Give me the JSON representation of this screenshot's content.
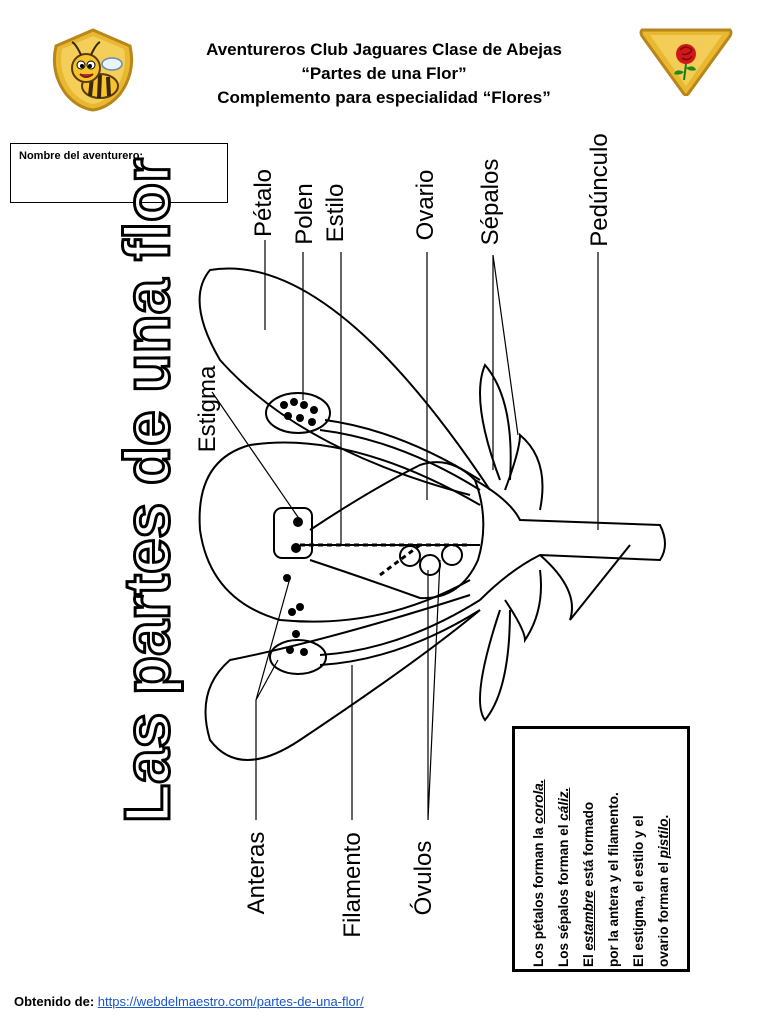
{
  "header": {
    "line1": "Aventureros Club Jaguares Clase de Abejas",
    "line2": "“Partes de una Flor”",
    "line3": "Complemento para especialidad “Flores”"
  },
  "name_box": {
    "label": "Nombre del aventurero:"
  },
  "title": "Las partes de una flor",
  "labels": {
    "petalo": "Pétalo",
    "polen": "Polen",
    "estilo": "Estilo",
    "ovario": "Ovario",
    "sepalos": "Sépalos",
    "pedunculo": "Pedúnculo",
    "estigma": "Estigma",
    "anteras": "Anteras",
    "filamento": "Filamento",
    "ovulos": "Óvulos"
  },
  "info": {
    "l1a": "Los pétalos forman la ",
    "l1b": "corola.",
    "l2a": "Los sépalos forman el ",
    "l2b": "cáliz.",
    "l3a": "El ",
    "l3b": "estambre",
    "l3c": " está formado",
    "l4": "por la antera y el filamento.",
    "l5": "El estigma, el estilo y el",
    "l6a": "ovario forman el ",
    "l6b": "pistilo",
    "l6c": "."
  },
  "footer": {
    "prefix": "Obtenido de: ",
    "link": "https://webdelmaestro.com/partes-de-una-flor/"
  },
  "colors": {
    "badge_gold": "#e8b830",
    "badge_border": "#c89a20",
    "link": "#1a56c8",
    "rose": "#d01818"
  },
  "icons": {
    "left_logo": "bee-badge-icon",
    "right_logo": "rose-badge-icon"
  }
}
